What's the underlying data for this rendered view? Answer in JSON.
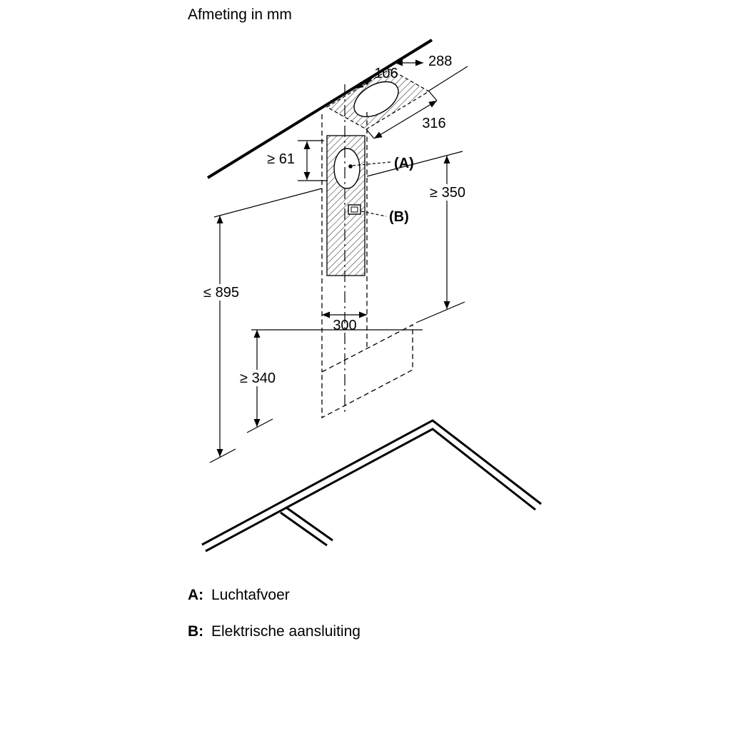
{
  "title": "Afmeting in mm",
  "dimensions": {
    "d288": "288",
    "d106": "106",
    "d316": "316",
    "d61": "≥ 61",
    "d350": "≥ 350",
    "d895": "≤ 895",
    "d300": "300",
    "d340": "≥ 340"
  },
  "callouts": {
    "a": "(A)",
    "b": "(B)"
  },
  "legend": {
    "a_key": "A:",
    "a_label": "Luchtafvoer",
    "b_key": "B:",
    "b_label": "Elektrische aansluiting"
  },
  "colors": {
    "line": "#000000",
    "background": "#ffffff"
  }
}
